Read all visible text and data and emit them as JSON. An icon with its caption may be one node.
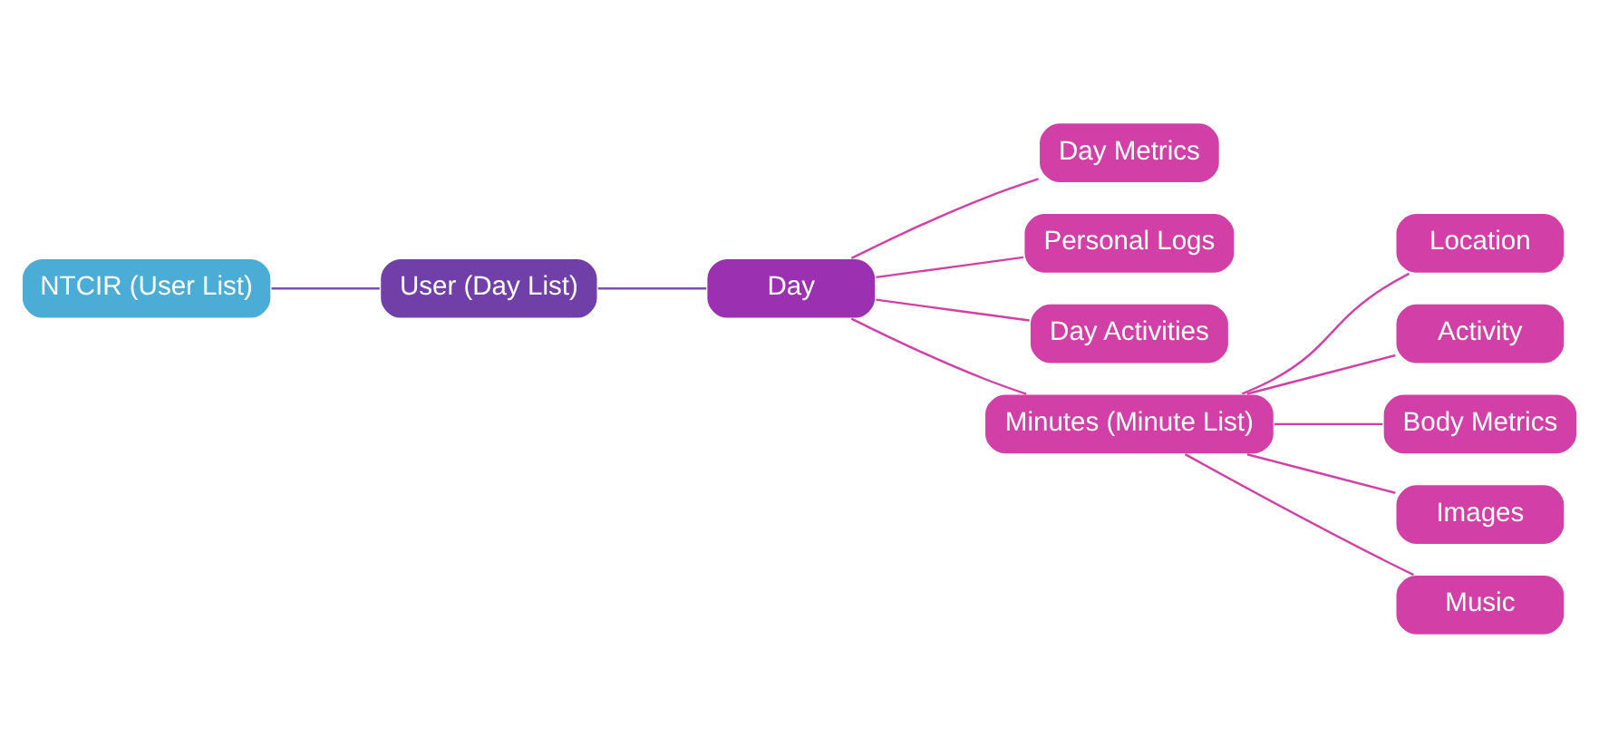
{
  "diagram": {
    "nodes": [
      {
        "text": [
          "NTCIR (User List)"
        ]
      },
      {
        "text": [
          "User (Day List)"
        ]
      },
      {
        "text": [
          "Day"
        ]
      },
      {
        "text": [
          "Day Metrics"
        ]
      },
      {
        "text": [
          "Personal Logs"
        ]
      },
      {
        "text": [
          "Day Activities"
        ]
      },
      {
        "text": [
          "Minutes (Minute List)"
        ]
      },
      {
        "text": [
          "Location"
        ]
      },
      {
        "text": [
          "Activity"
        ]
      },
      {
        "text": [
          "Body Metrics"
        ]
      },
      {
        "text": [
          "Images"
        ]
      },
      {
        "text": [
          "Music"
        ]
      }
    ],
    "edges": [
      {
        "from": 0,
        "to": 1,
        "arrow": "none",
        "color": "#7a4fb0"
      },
      {
        "from": 1,
        "to": 2,
        "arrow": "none",
        "color": "#7a4fb0"
      },
      {
        "from": 2,
        "to": 3,
        "arrow": "none"
      },
      {
        "from": 2,
        "to": 4,
        "arrow": "none"
      },
      {
        "from": 2,
        "to": 5,
        "arrow": "none"
      },
      {
        "from": 2,
        "to": 6,
        "arrow": "none"
      },
      {
        "from": 6,
        "to": 7,
        "arrow": "none"
      },
      {
        "from": 6,
        "to": 8,
        "arrow": "none"
      },
      {
        "from": 6,
        "to": 9,
        "arrow": "none"
      },
      {
        "from": 6,
        "to": 10,
        "arrow": "none"
      },
      {
        "from": 6,
        "to": 11,
        "arrow": "none"
      }
    ]
  }
}
